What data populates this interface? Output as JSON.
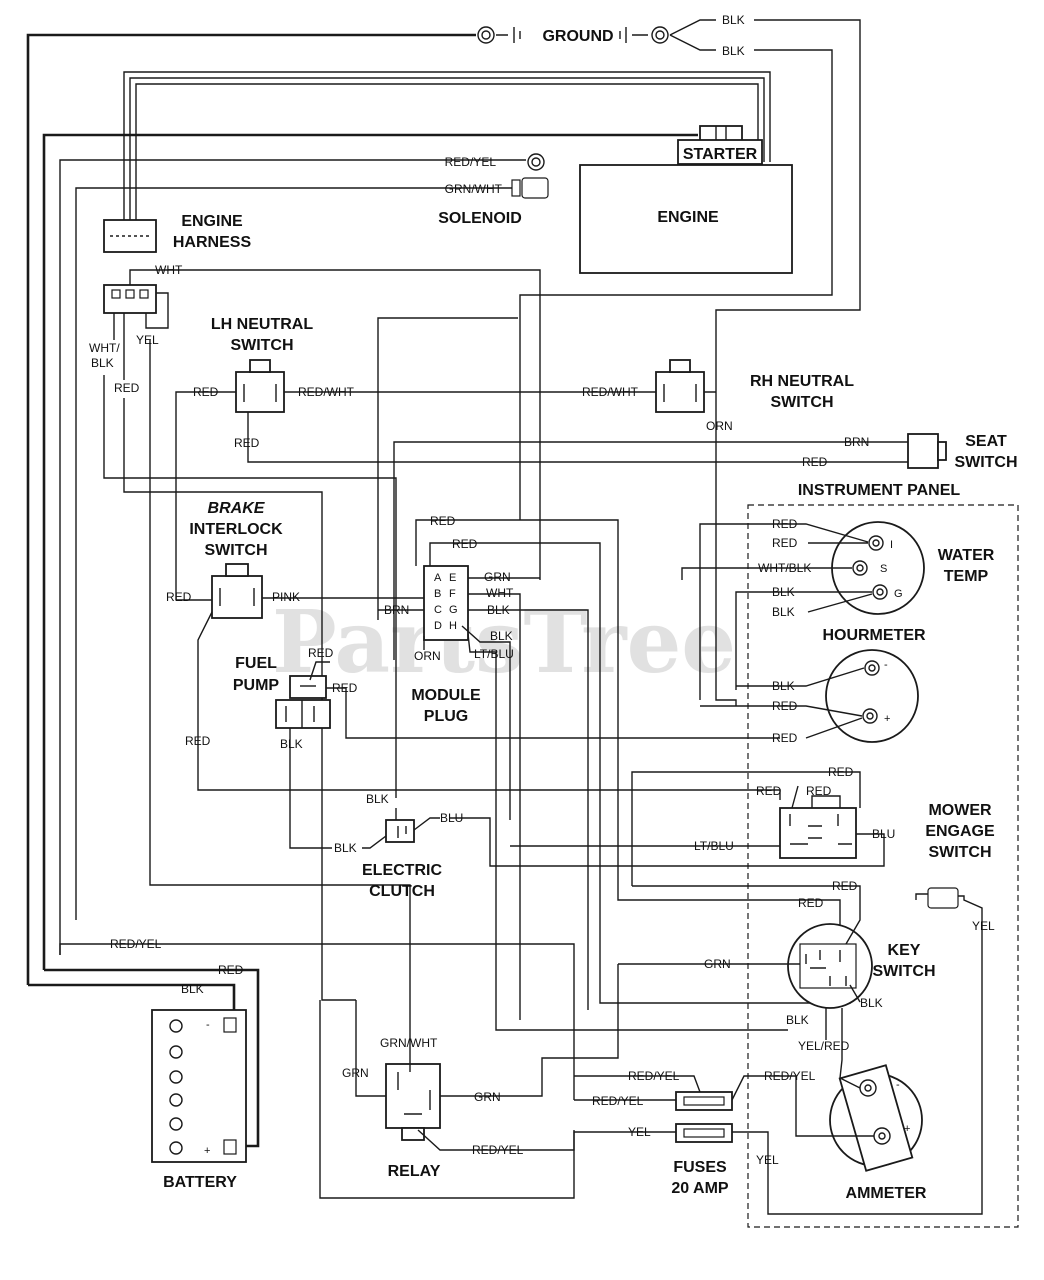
{
  "watermark": "PartsTree",
  "components": {
    "ground": "GROUND",
    "starter": "STARTER",
    "engine": "ENGINE",
    "solenoid": "SOLENOID",
    "engine_harness": [
      "ENGINE",
      "HARNESS"
    ],
    "lh_neutral_switch": [
      "LH NEUTRAL",
      "SWITCH"
    ],
    "rh_neutral_switch": [
      "RH NEUTRAL",
      "SWITCH"
    ],
    "seat_switch": [
      "SEAT",
      "SWITCH"
    ],
    "instrument_panel": "INSTRUMENT PANEL",
    "brake_interlock_switch": [
      "BRAKE",
      "INTERLOCK",
      "SWITCH"
    ],
    "water_temp": [
      "WATER",
      "TEMP"
    ],
    "hourmeter": "HOURMETER",
    "fuel_pump": [
      "FUEL",
      "PUMP"
    ],
    "module_plug": [
      "MODULE",
      "PLUG"
    ],
    "mower_engage_switch": [
      "MOWER",
      "ENGAGE",
      "SWITCH"
    ],
    "electric_clutch": [
      "ELECTRIC",
      "CLUTCH"
    ],
    "key_switch": [
      "KEY",
      "SWITCH"
    ],
    "battery": "BATTERY",
    "relay": "RELAY",
    "fuses": [
      "FUSES",
      "20 AMP"
    ],
    "ammeter": "AMMETER"
  },
  "module_pins": {
    "left": [
      "A",
      "B",
      "C",
      "D"
    ],
    "right": [
      "E",
      "F",
      "G",
      "H"
    ]
  },
  "gauge_terminals": {
    "water_temp": [
      "I",
      "S",
      "G"
    ],
    "hourmeter": [
      "-",
      "+"
    ],
    "ammeter": [
      "-",
      "+"
    ],
    "battery": [
      "-",
      "+"
    ]
  },
  "wire_labels": {
    "ground_blk_1": "BLK",
    "ground_blk_2": "BLK",
    "sol_red_yel": "RED/YEL",
    "sol_grn_wht": "GRN/WHT",
    "harness_wht": "WHT",
    "harness_wht_blk": [
      "WHT/",
      "BLK"
    ],
    "harness_yel": "YEL",
    "harness_red": "RED",
    "lh_red_left": "RED",
    "lh_red_white": "RED/WHT",
    "lh_red_bottom": "RED",
    "rh_red_white": "RED/WHT",
    "rh_orn": "ORN",
    "seat_brn": "BRN",
    "seat_red": "RED",
    "mod_red_top": "RED",
    "mod_red_2": "RED",
    "mod_grn": "GRN",
    "mod_wht": "WHT",
    "mod_blk_g": "BLK",
    "mod_blk_h": "BLK",
    "mod_brn": "BRN",
    "mod_orn": "ORN",
    "mod_lt_blu": "LT/BLU",
    "brake_red": "RED",
    "brake_pink": "PINK",
    "brake_red_down": "RED",
    "fp_red_top": "RED",
    "fp_red_right": "RED",
    "fp_blk": "BLK",
    "wt_red_1": "RED",
    "wt_red_2": "RED",
    "wt_wht_blk": "WHT/BLK",
    "wt_blk_1": "BLK",
    "wt_blk_2": "BLK",
    "hm_blk": "BLK",
    "hm_red_1": "RED",
    "hm_red_2": "RED",
    "me_red_top": "RED",
    "me_red_left": "RED",
    "me_red_mid": "RED",
    "me_blu": "BLU",
    "me_lt_blu": "LT/BLU",
    "clutch_blk_top": "BLK",
    "clutch_blu": "BLU",
    "clutch_blk_left": "BLK",
    "ks_red_1": "RED",
    "ks_red_2": "RED",
    "ks_grn": "GRN",
    "ks_blk": "BLK",
    "ks_blk_bottom": "BLK",
    "ks_yel_red": "YEL/RED",
    "ks_yel": "YEL",
    "left_red_yel": "RED/YEL",
    "bat_red": "RED",
    "bat_blk": "BLK",
    "relay_grn_wht": "GRN/WHT",
    "relay_grn_left": "GRN",
    "relay_grn_right": "GRN",
    "relay_red_yel": "RED/YEL",
    "fuse_red_yel_1": "RED/YEL",
    "fuse_red_yel_2": "RED/YEL",
    "fuse_yel": "YEL",
    "amm_red_yel": "RED/YEL",
    "amm_yel": "YEL"
  }
}
